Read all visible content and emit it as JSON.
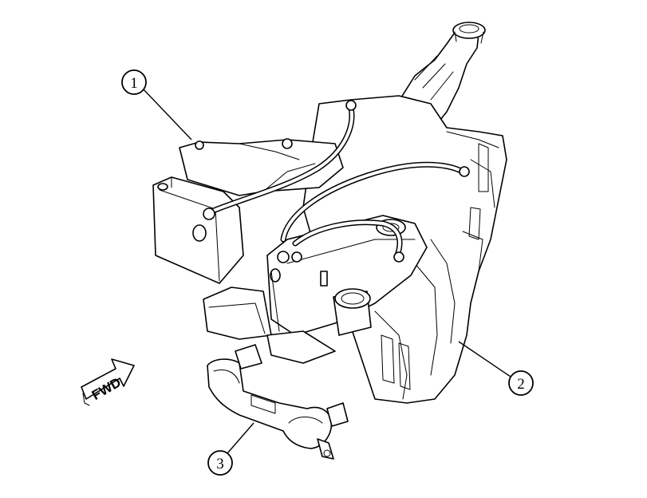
{
  "callouts": [
    {
      "number": "1"
    },
    {
      "number": "2"
    },
    {
      "number": "3"
    }
  ],
  "direction_indicator": {
    "label": "FWD"
  }
}
